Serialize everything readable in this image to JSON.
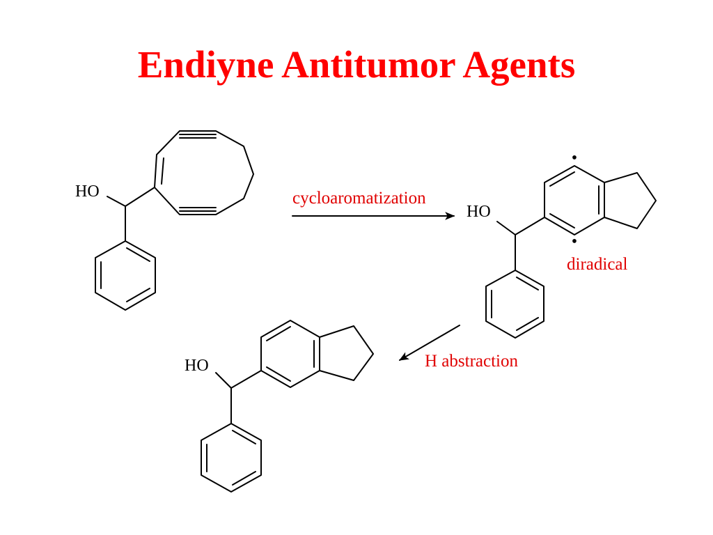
{
  "title": "Endiyne Antitumor Agents",
  "labels": {
    "ho": "HO",
    "cycloaromatization": "cycloaromatization",
    "diradical": "diradical",
    "h_abstraction": "H abstraction",
    "radical_dot": "•"
  },
  "colors": {
    "title": "#ff0000",
    "annotation": "#e00000",
    "structure": "#000000",
    "background": "#ffffff"
  }
}
